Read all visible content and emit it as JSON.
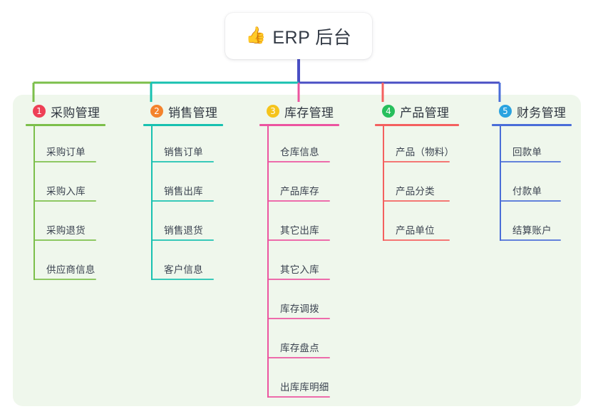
{
  "diagram": {
    "type": "mindmap",
    "root": {
      "icon": "thumbs-up-icon",
      "emoji": "👍",
      "label": "ERP 后台"
    },
    "panel_background": "#EFF7EC",
    "page_background": "#FFFFFF",
    "branches": [
      {
        "number": "1",
        "title": "采购管理",
        "badge_color": "#EE4056",
        "line_color": "#7CBF4B",
        "connector_color": "#7CBF4B",
        "children": [
          "采购订单",
          "采购入库",
          "采购退货",
          "供应商信息"
        ]
      },
      {
        "number": "2",
        "title": "销售管理",
        "badge_color": "#F4832C",
        "line_color": "#18C1B0",
        "connector_color": "#18C1B0",
        "children": [
          "销售订单",
          "销售出库",
          "销售退货",
          "客户信息"
        ]
      },
      {
        "number": "3",
        "title": "库存管理",
        "badge_color": "#F5C41C",
        "line_color": "#EC54A0",
        "connector_color": "#EC54A0",
        "children": [
          "仓库信息",
          "产品库存",
          "其它出库",
          "其它入库",
          "库存调拨",
          "库存盘点",
          "出库库明细"
        ]
      },
      {
        "number": "4",
        "title": "产品管理",
        "badge_color": "#27BF5C",
        "line_color": "#F4605F",
        "connector_color": "#F4605F",
        "children": [
          "产品（物料）",
          "产品分类",
          "产品单位"
        ]
      },
      {
        "number": "5",
        "title": "财务管理",
        "badge_color": "#2AA3E0",
        "line_color": "#4A6DD8",
        "connector_color": "#4A6DD8",
        "children": [
          "回款单",
          "付款单",
          "结算账户"
        ]
      }
    ],
    "root_connector_color": "#4A4FC4"
  }
}
